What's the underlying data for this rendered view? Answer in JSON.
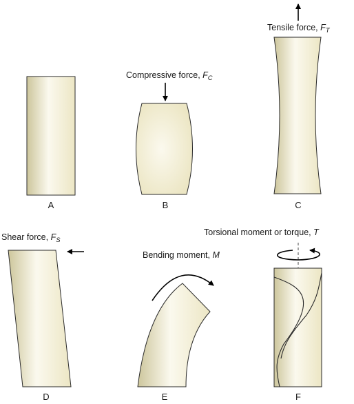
{
  "panels": {
    "A": {
      "letter": "A"
    },
    "B": {
      "letter": "B",
      "label": "Compressive force, ",
      "symbol": "F",
      "subscript": "C"
    },
    "C": {
      "letter": "C",
      "label": "Tensile force, ",
      "symbol": "F",
      "subscript": "T"
    },
    "D": {
      "letter": "D",
      "label": "Shear force, ",
      "symbol": "F",
      "subscript": "S"
    },
    "E": {
      "letter": "E",
      "label": "Bending moment, ",
      "symbol": "M"
    },
    "F": {
      "letter": "F",
      "label": "Torsional moment or torque, ",
      "symbol": "T"
    }
  },
  "colors": {
    "bone_base": "#ece6c4",
    "bone_highlight": "#fbf9ee",
    "bone_shadow": "#cdc69c",
    "outline": "#2a2a2a",
    "arrow": "#000000"
  }
}
